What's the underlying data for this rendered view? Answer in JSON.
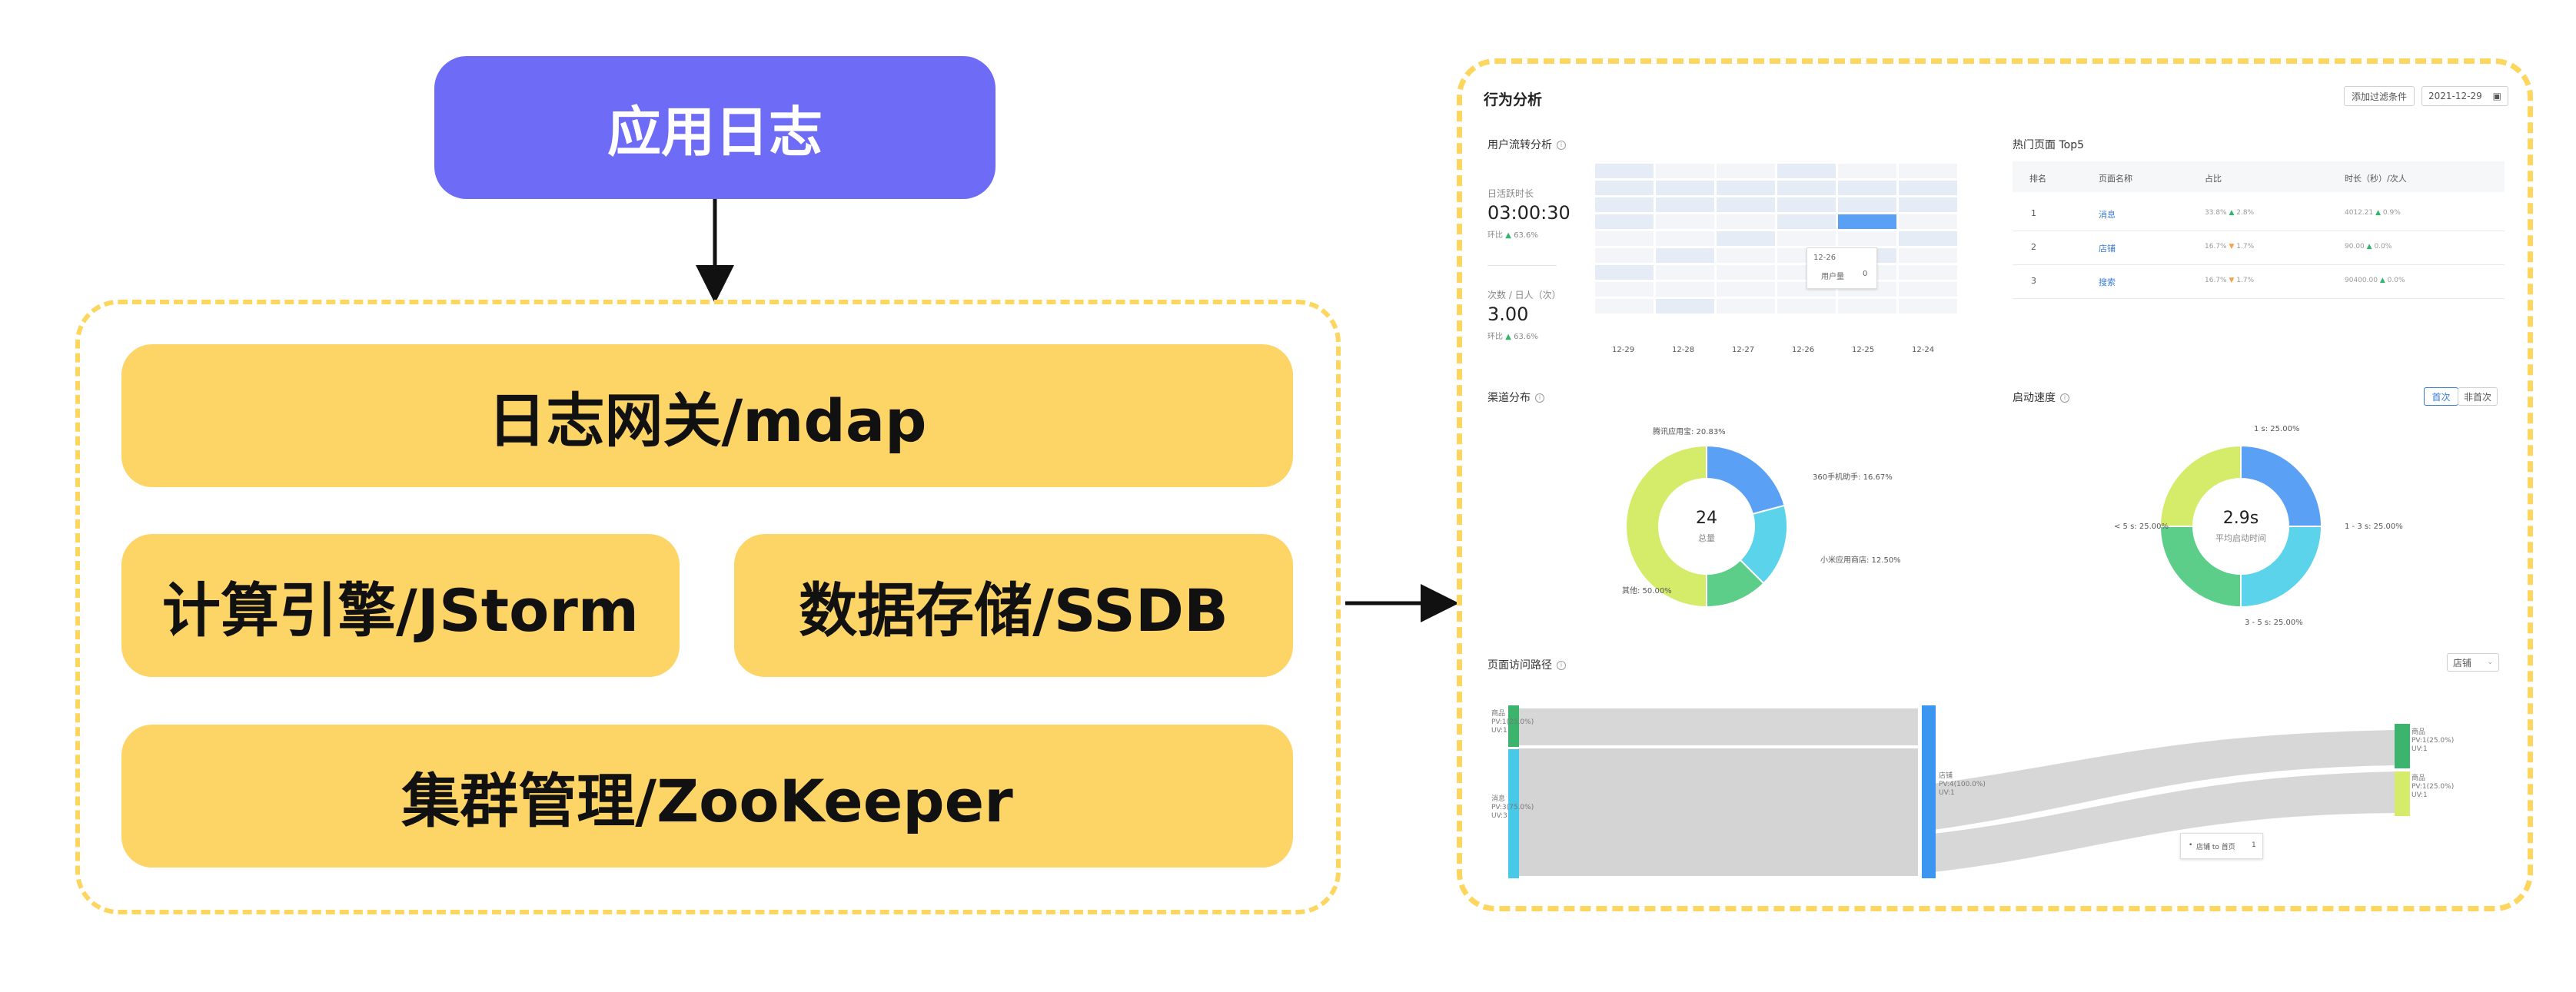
{
  "diagram": {
    "app_log": "应用日志",
    "gateway": "日志网关/mdap",
    "compute": "计算引擎/JStorm",
    "storage": "数据存储/SSDB",
    "cluster": "集群管理/ZooKeeper"
  },
  "dashboard": {
    "title": "行为分析",
    "add_filter": "添加过滤条件",
    "date": "2021-12-29",
    "retention": {
      "title": "用户流转分析",
      "stat1_label": "日活跃时长",
      "stat1_value": "03:00:30",
      "stat1_sub": "环比",
      "stat1_change": "63.6%",
      "stat2_label": "次数 / 日人（次）",
      "stat2_value": "3.00",
      "stat2_sub": "环比",
      "stat2_change": "63.6%",
      "x_labels": [
        "12-29",
        "12-28",
        "12-27",
        "12-26",
        "12-25",
        "12-24"
      ],
      "tooltip_date": "12-26",
      "tooltip_label": "用户量",
      "tooltip_value": "0"
    },
    "top_pages": {
      "title": "热门页面 Top5",
      "headers": [
        "排名",
        "页面名称",
        "占比",
        "时长（秒）/次人"
      ],
      "rows": [
        {
          "rank": "1",
          "name": "消息",
          "share": "33.8%",
          "share_change": "2.8%",
          "dur": "4012.21",
          "dur_change": "0.9%"
        },
        {
          "rank": "2",
          "name": "店铺",
          "share": "16.7%",
          "share_change": "1.7%",
          "dur": "90.00",
          "dur_change": "0.0%"
        },
        {
          "rank": "3",
          "name": "搜索",
          "share": "16.7%",
          "share_change": "1.7%",
          "dur": "90400.00",
          "dur_change": "0.0%"
        }
      ]
    },
    "channel": {
      "title": "渠道分布",
      "center_value": "24",
      "center_label": "总量",
      "labels": [
        "腾讯应用宝: 20.83%",
        "360手机助手: 16.67%",
        "小米应用商店: 12.50%",
        "其他: 50.00%"
      ]
    },
    "startup": {
      "title": "启动速度",
      "tab1": "首次",
      "tab2": "非首次",
      "center_value": "2.9s",
      "center_label": "平均启动时间",
      "labels": [
        "1 s: 25.00%",
        "1 - 3 s: 25.00%",
        "3 - 5 s: 25.00%",
        "< 5 s: 25.00%"
      ]
    },
    "flow": {
      "title": "页面访问路径",
      "select": "店铺",
      "nodes": [
        {
          "name": "商品",
          "l1": "PV:1(25.0%)",
          "l2": "UV:1"
        },
        {
          "name": "消息",
          "l1": "PV:3(75.0%)",
          "l2": "UV:3"
        },
        {
          "name": "店铺",
          "l1": "PV:4(100.0%)",
          "l2": "UV:1"
        },
        {
          "name": "商品",
          "l1": "PV:1(25.0%)",
          "l2": "UV:1"
        },
        {
          "name": "商品",
          "l1": "PV:1(25.0%)",
          "l2": "UV:1"
        }
      ],
      "tooltip": "店铺 to 首页",
      "tooltip_value": "1"
    }
  },
  "chart_data": [
    {
      "type": "pie",
      "title": "渠道分布",
      "categories": [
        "腾讯应用宝",
        "360手机助手",
        "小米应用商店",
        "其他"
      ],
      "values": [
        20.83,
        16.67,
        12.5,
        50.0
      ],
      "colors": [
        "#5aa0f5",
        "#5bd3ea",
        "#5cce8a",
        "#d5ec6a"
      ]
    },
    {
      "type": "pie",
      "title": "启动速度",
      "categories": [
        "1 s",
        "1 - 3 s",
        "3 - 5 s",
        "< 5 s"
      ],
      "values": [
        25,
        25,
        25,
        25
      ],
      "colors": [
        "#5aa0f5",
        "#5bd3ea",
        "#5cce8a",
        "#d5ec6a"
      ]
    }
  ],
  "colors": {
    "primary": "#6e6cf6",
    "box": "#fdd466",
    "dash": "#fcd65e"
  }
}
